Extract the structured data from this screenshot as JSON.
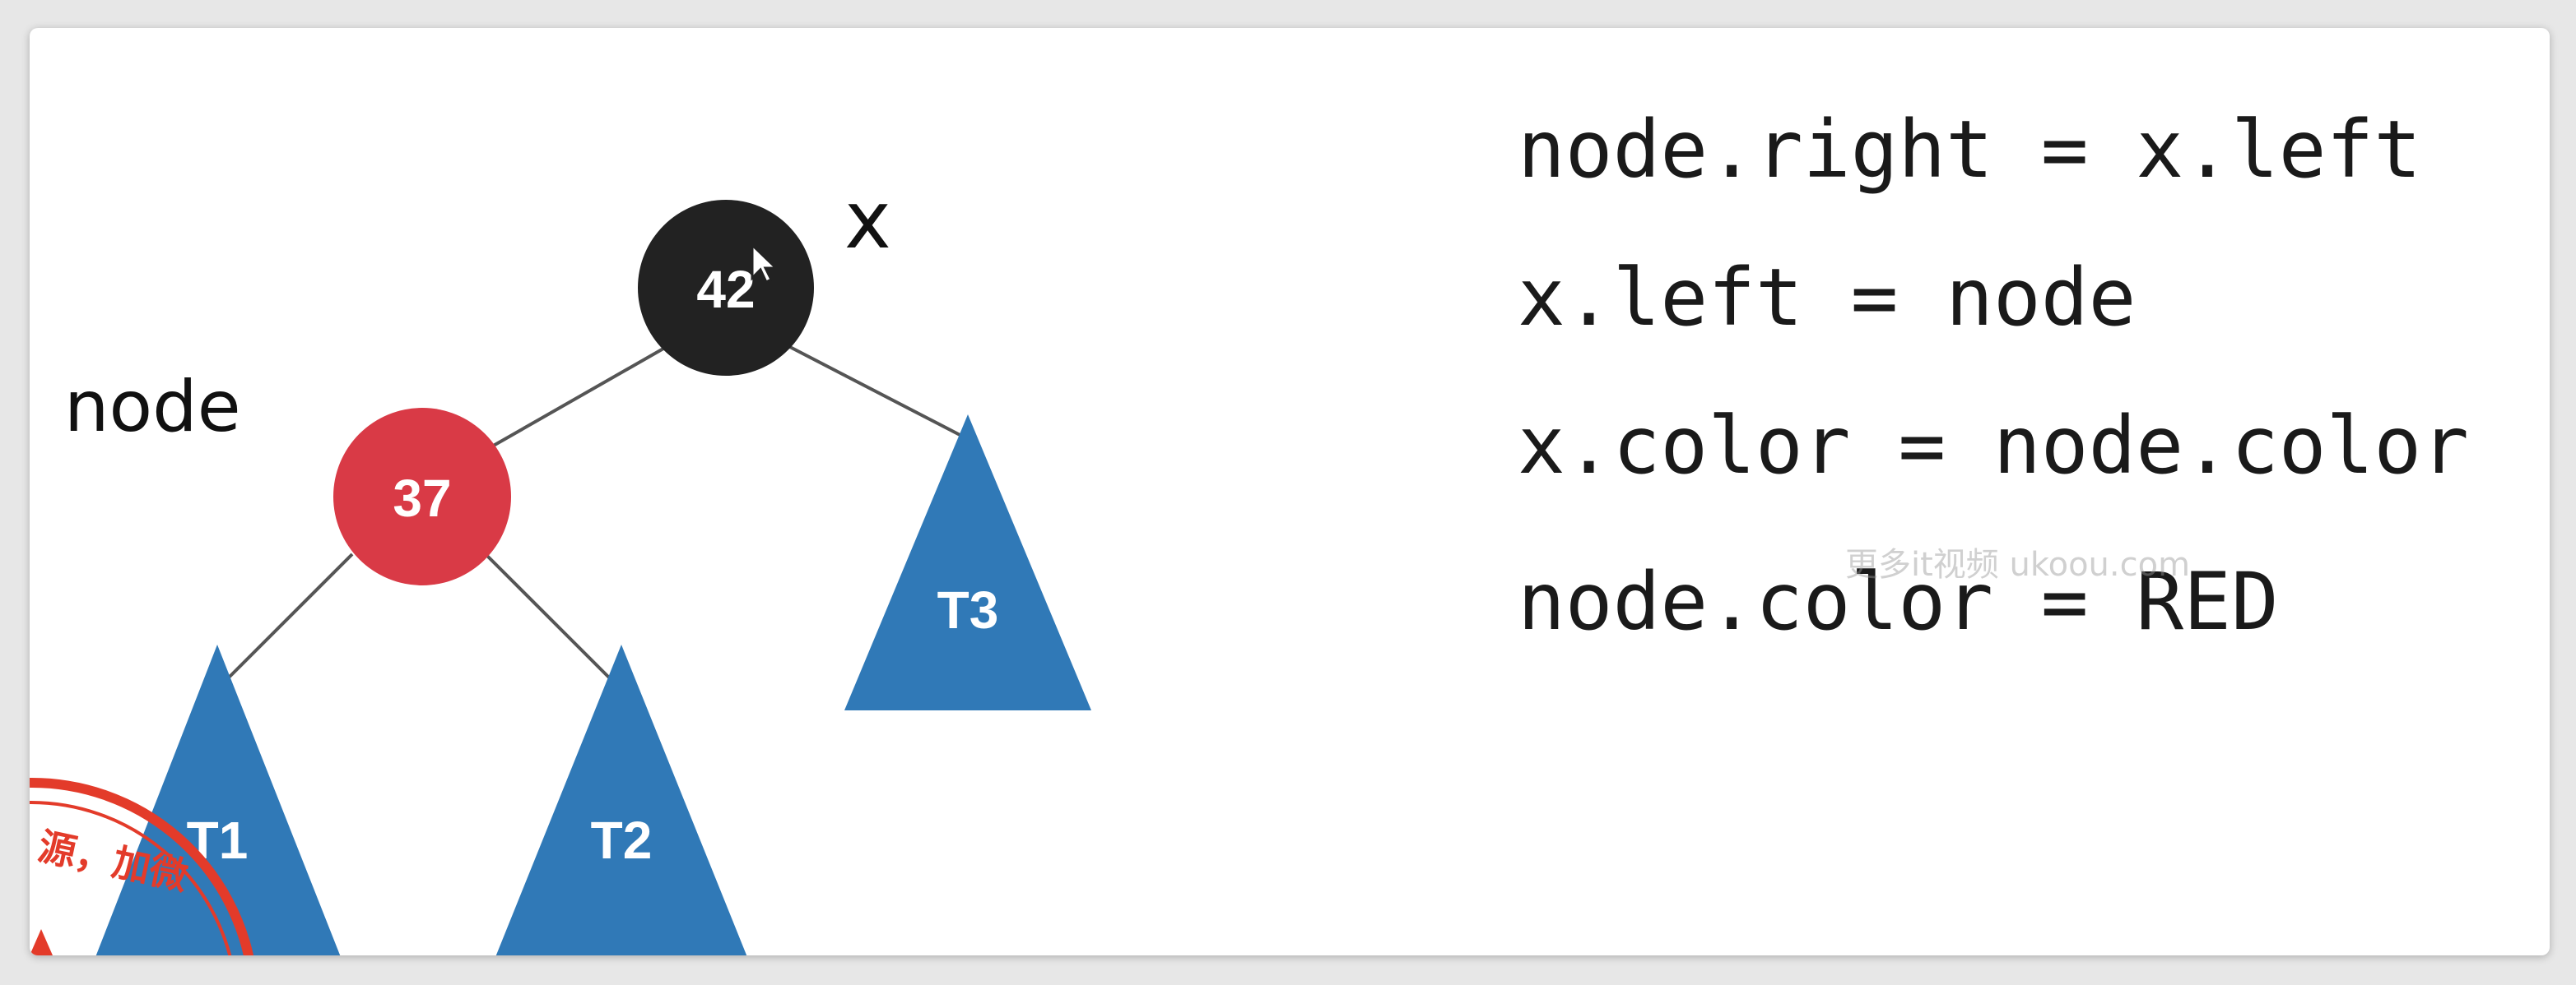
{
  "diagram": {
    "nodes": [
      {
        "id": "x",
        "value": "42",
        "color": "#222222",
        "label": "x"
      },
      {
        "id": "node",
        "value": "37",
        "color": "#d93a46",
        "label": "node"
      }
    ],
    "subtrees": [
      "T1",
      "T2",
      "T3"
    ],
    "subtree_color": "#3079b7"
  },
  "code": {
    "line1": "node.right = x.left",
    "line2": "x.left = node",
    "line3": "x.color = node.color",
    "line4": "node.color = RED"
  },
  "watermark": "更多it视频 ukoou.com",
  "stamp": "源，加微"
}
